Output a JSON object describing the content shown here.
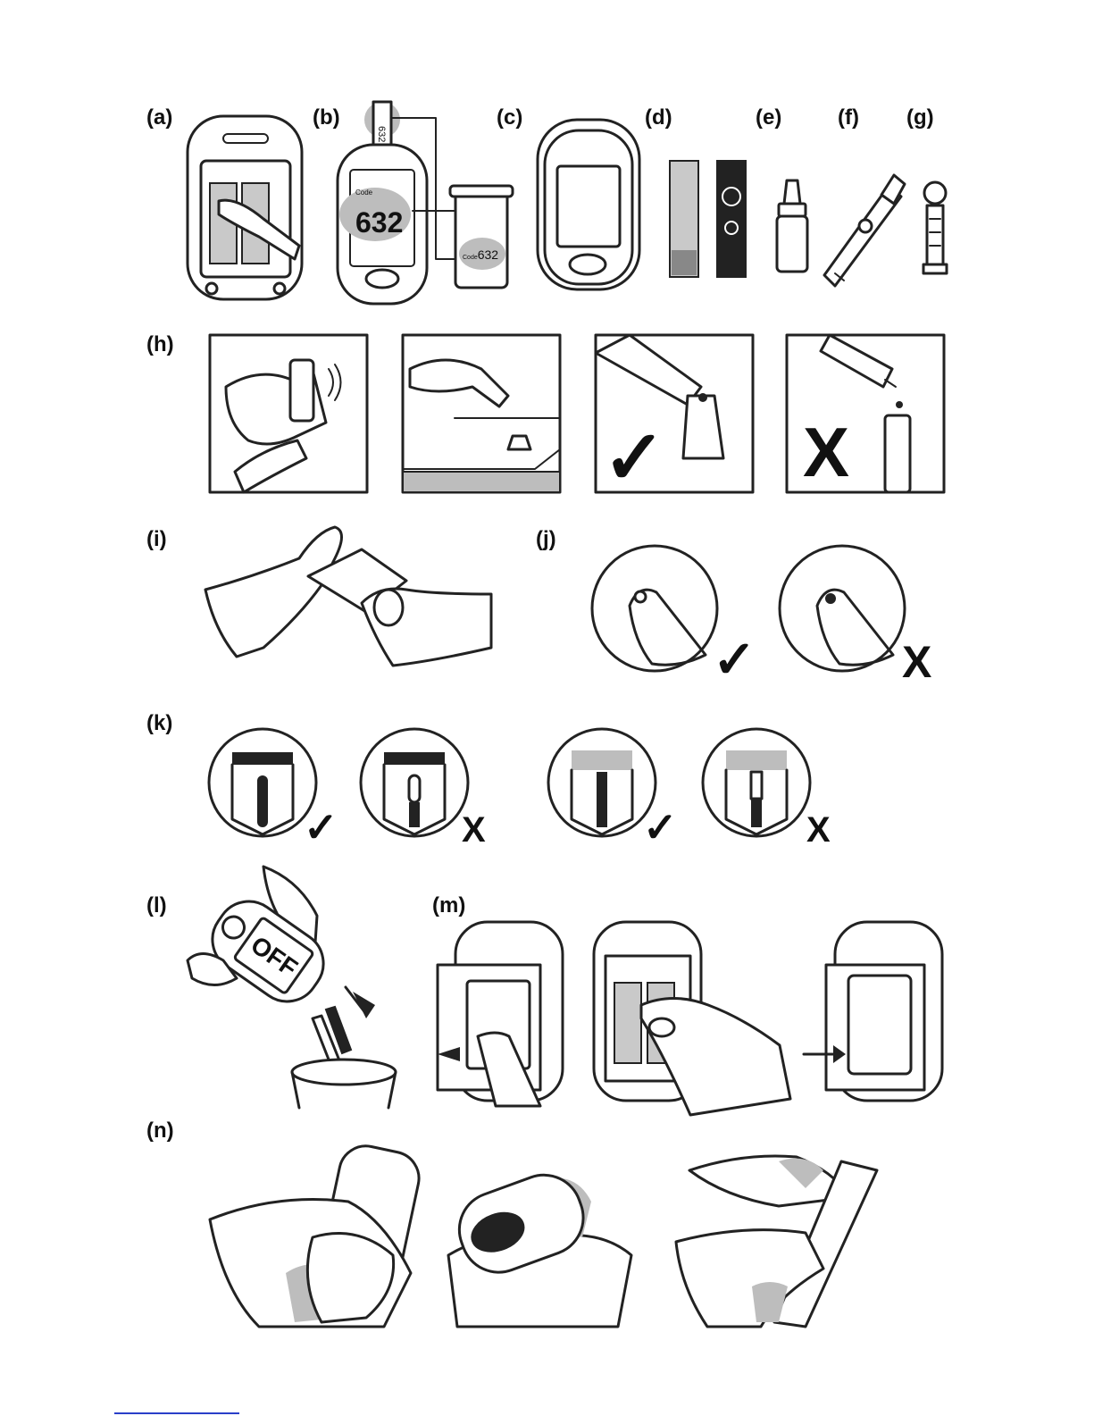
{
  "labels": {
    "a": "(a)",
    "b": "(b)",
    "c": "(c)",
    "d": "(d)",
    "e": "(e)",
    "f": "(f)",
    "g": "(g)",
    "h": "(h)",
    "i": "(i)",
    "j": "(j)",
    "k": "(k)",
    "l": "(l)",
    "m": "(m)",
    "n": "(n)"
  },
  "meter_b": {
    "strip_code": "632",
    "screen_label": "Code",
    "display_value": "632",
    "vial_code_prefix": "Code",
    "vial_code": "632"
  },
  "meter_l": {
    "display_value": "OFF"
  },
  "marks": {
    "check": "✓",
    "cross": "X"
  },
  "colors": {
    "line": "#222222",
    "shade": "#bdbdbd",
    "footer_link": "#2a3fc9"
  }
}
